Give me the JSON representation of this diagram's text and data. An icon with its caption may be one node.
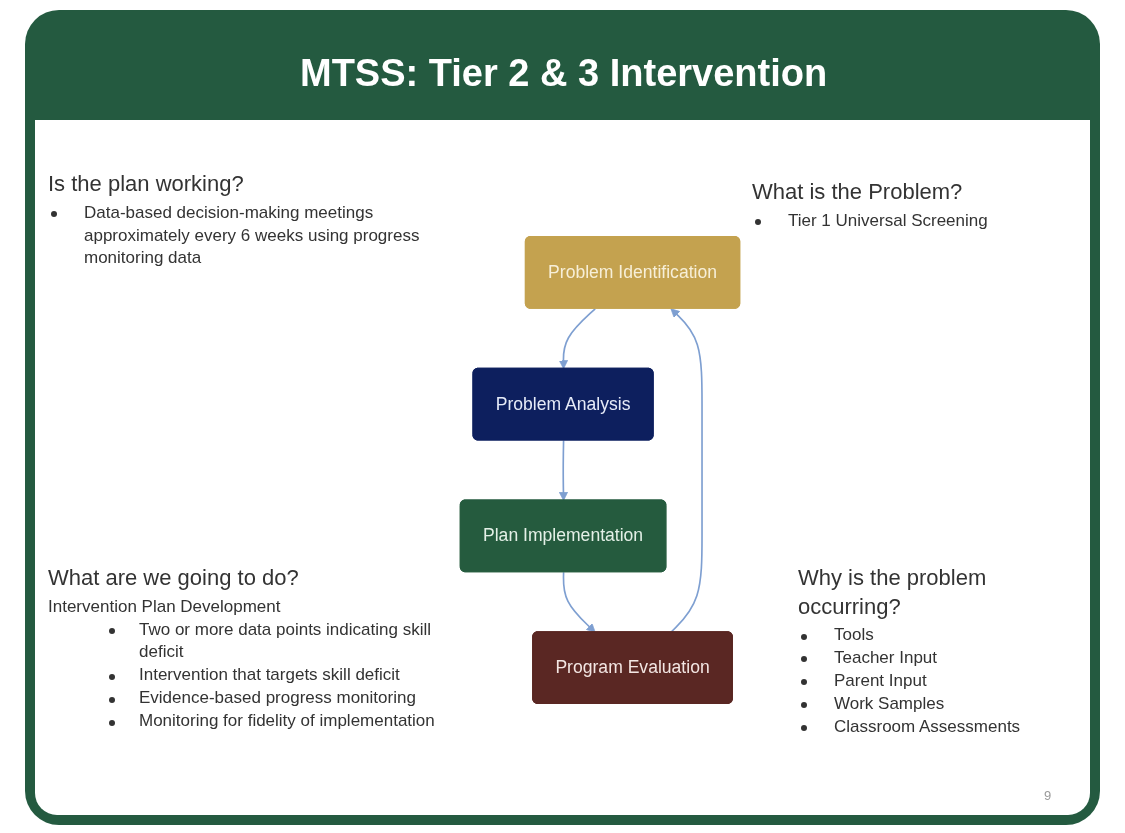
{
  "diagram": {
    "title": "MTSS: Tier 2 & 3 Intervention",
    "nodes": [
      {
        "text": [
          "Problem Identification"
        ]
      },
      {
        "text": [
          "Problem Analysis"
        ]
      },
      {
        "text": [
          "Plan Implementation"
        ]
      },
      {
        "text": [
          "Program Evaluation"
        ]
      }
    ],
    "edges": [
      {
        "from": 0,
        "to": 1,
        "arrow": "to"
      },
      {
        "from": 1,
        "to": 2,
        "arrow": "to"
      },
      {
        "from": 2,
        "to": 3,
        "arrow": "to"
      },
      {
        "from": 3,
        "to": 0,
        "arrow": "to"
      }
    ],
    "labels": [
      "Is the plan working?",
      "Data-based decision-making meetings approximately every 6 weeks using progress monitoring data",
      "What is the Problem?",
      "Tier 1 Universal Screening",
      "What are we going to do?",
      "Intervention Plan Development",
      "Two or more data points indicating skill deficit",
      "Intervention that targets skill deficit",
      "Evidence-based progress monitoring",
      "Monitoring for fidelity of implementation",
      "Why is the problem occurring?",
      "Tools",
      "Teacher Input",
      "Parent Input",
      "Work Samples",
      "Classroom Assessments",
      "9"
    ]
  }
}
